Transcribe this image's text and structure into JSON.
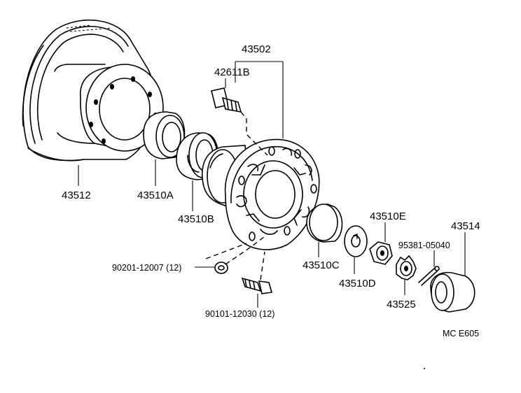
{
  "parts": {
    "p43502": "43502",
    "p42611b": "42611B",
    "p43512": "43512",
    "p43510a": "43510A",
    "p43510b": "43510B",
    "p43510c": "43510C",
    "p43510d": "43510D",
    "p43510e": "43510E",
    "p43514": "43514",
    "p95381": "95381-05040",
    "p43525": "43525",
    "p90201": "90201-12007 (12)",
    "p90101": "90101-12030 (12)"
  },
  "diagram_code": "MC  E605"
}
